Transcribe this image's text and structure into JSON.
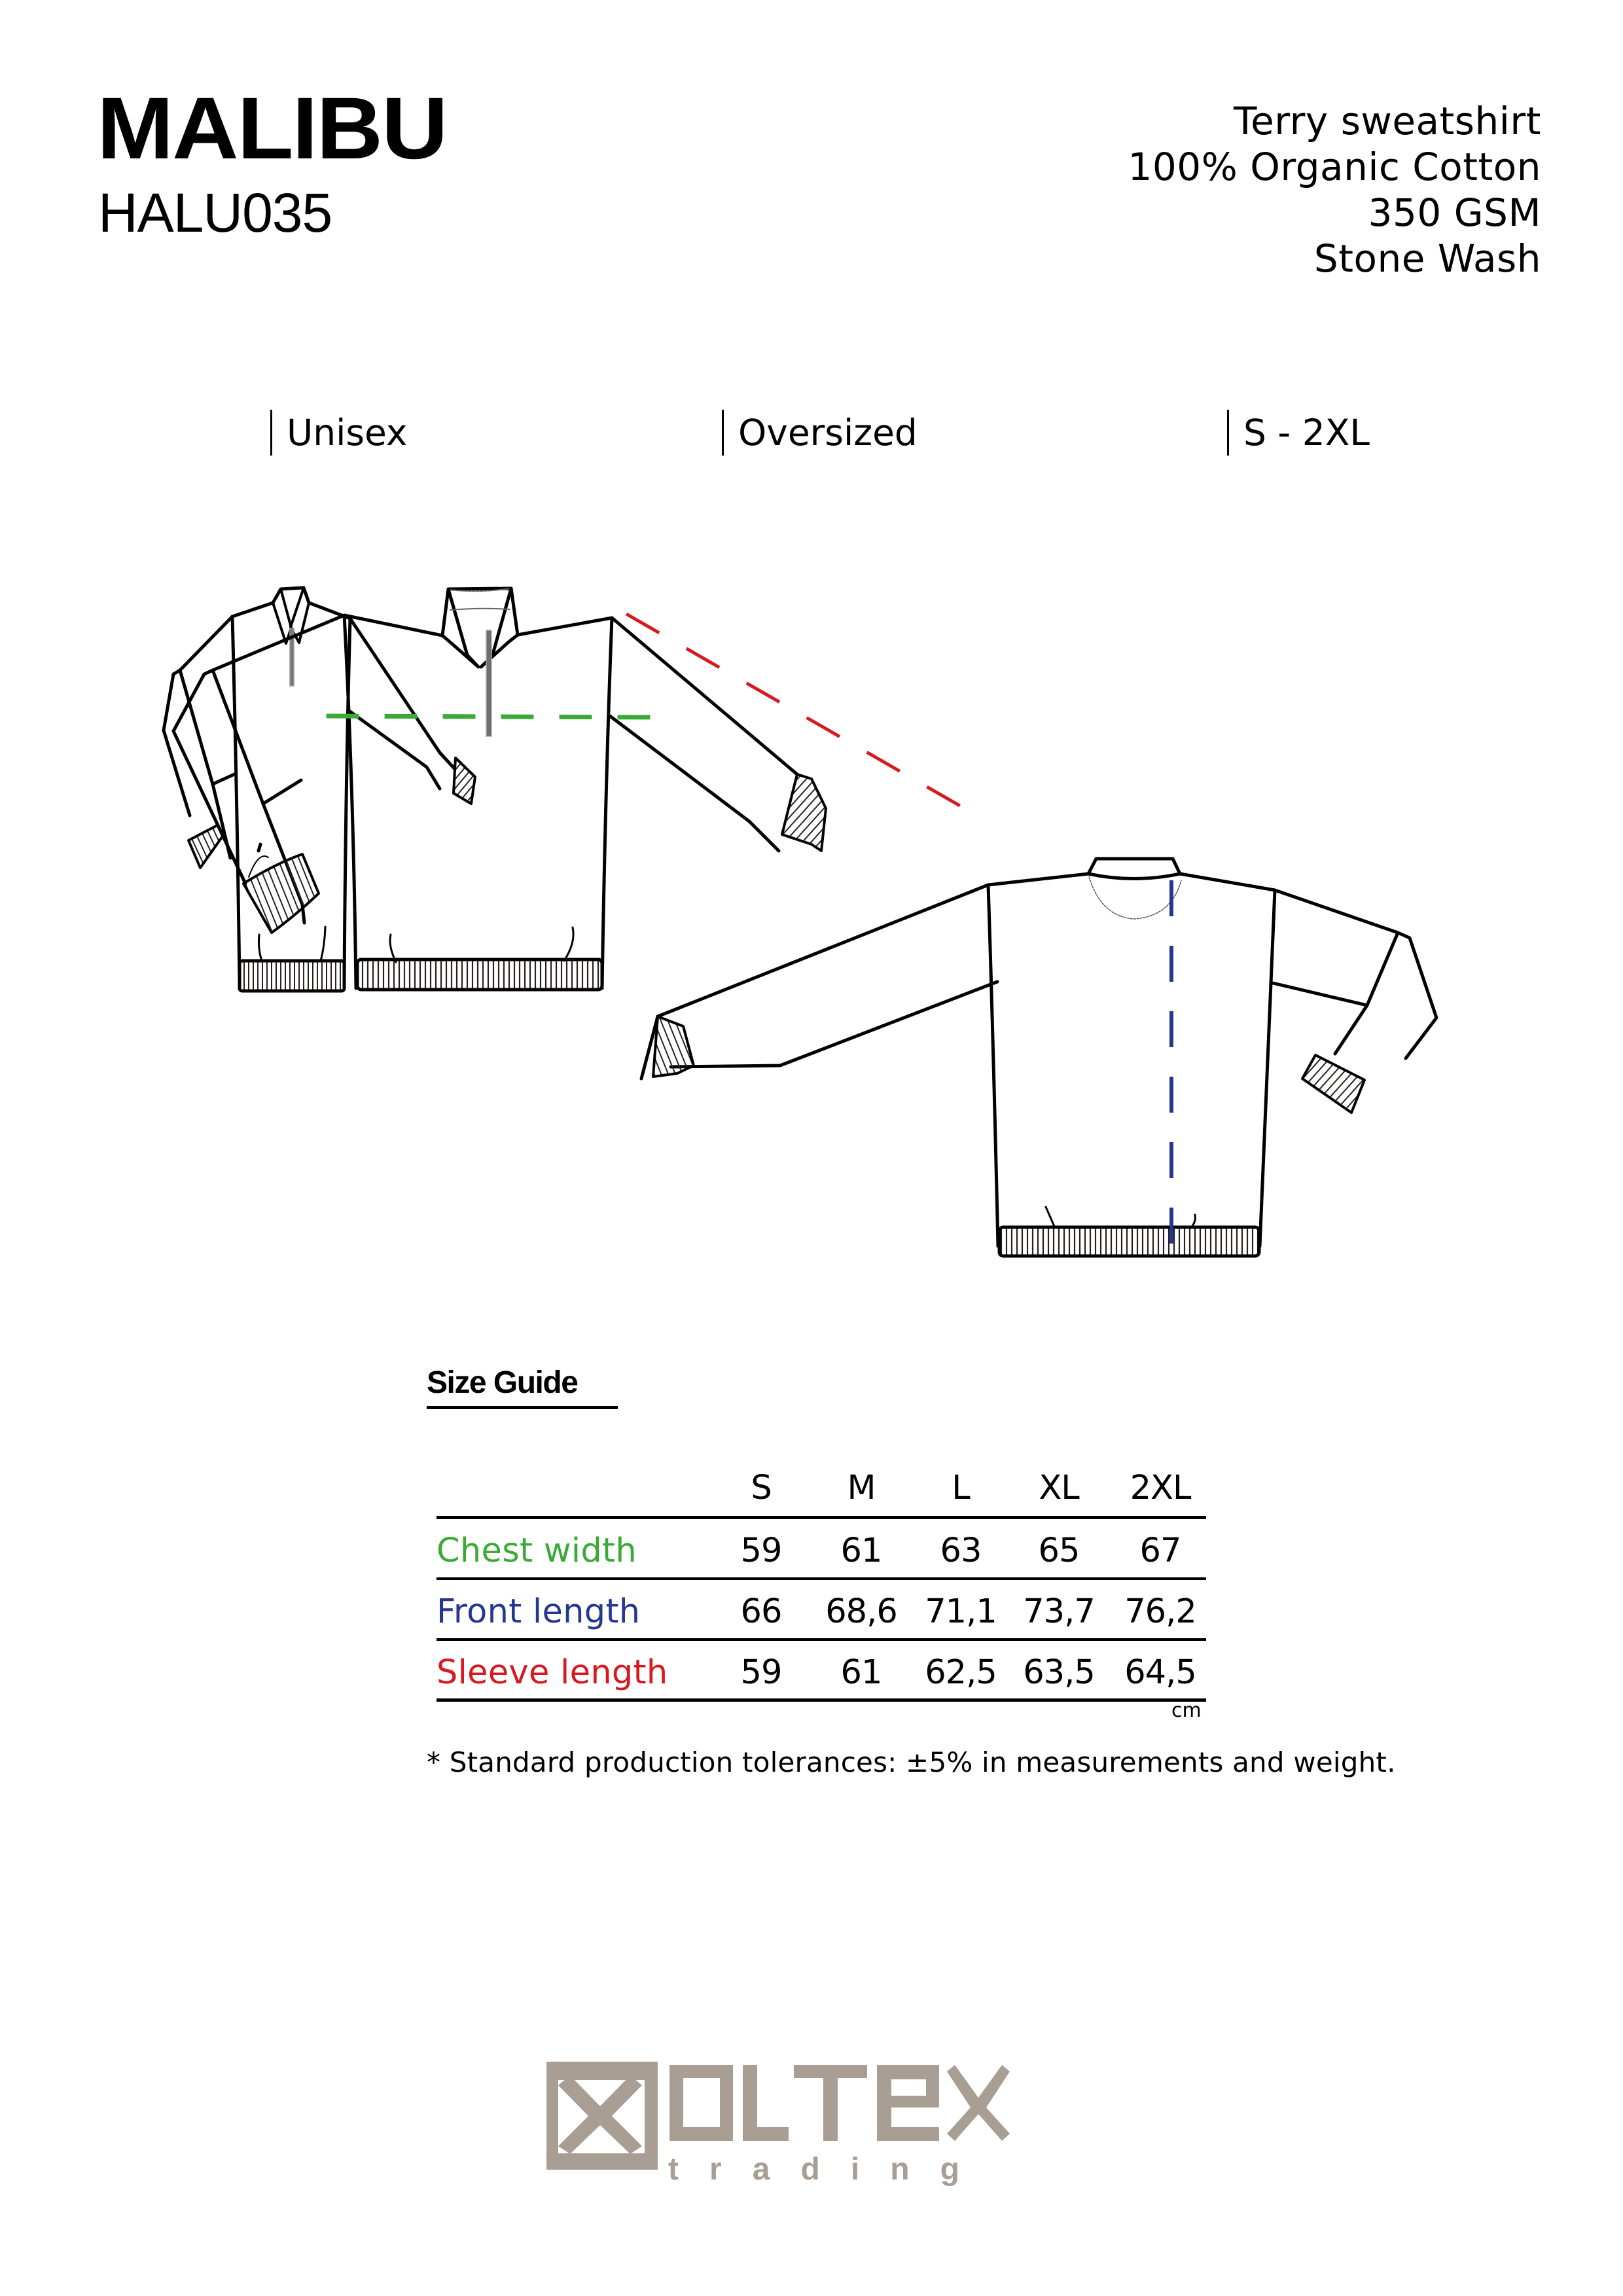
{
  "product": {
    "name": "MALIBU",
    "code": "HALU035"
  },
  "specs": [
    "Terry sweatshirt",
    "100% Organic Cotton",
    "350 GSM",
    "Stone Wash"
  ],
  "tags": {
    "gender": "Unisex",
    "fit": "Oversized",
    "size_range": "S - 2XL"
  },
  "drawings": {
    "front_view": "front-sweatshirt-drawing",
    "back_view": "back-sweatshirt-drawing",
    "measure_colors": {
      "chest_width": "#3aa935",
      "front_length": "#25388f",
      "sleeve_length": "#d71920"
    }
  },
  "size_guide": {
    "title": "Size Guide",
    "sizes": [
      "S",
      "M",
      "L",
      "XL",
      "2XL"
    ],
    "rows": [
      {
        "label": "Chest width",
        "color": "#3aa935",
        "values": [
          "59",
          "61",
          "63",
          "65",
          "67"
        ]
      },
      {
        "label": "Front length",
        "color": "#25388f",
        "values": [
          "66",
          "68,6",
          "71,1",
          "73,7",
          "76,2"
        ]
      },
      {
        "label": "Sleeve length",
        "color": "#d71920",
        "values": [
          "59",
          "61",
          "62,5",
          "63,5",
          "64,5"
        ]
      }
    ],
    "unit": "cm",
    "footnote": "* Standard production tolerances: ±5% in measurements and weight."
  },
  "logo": {
    "brand": "OLTEX",
    "sub": "trading",
    "color": "#a89e94"
  }
}
